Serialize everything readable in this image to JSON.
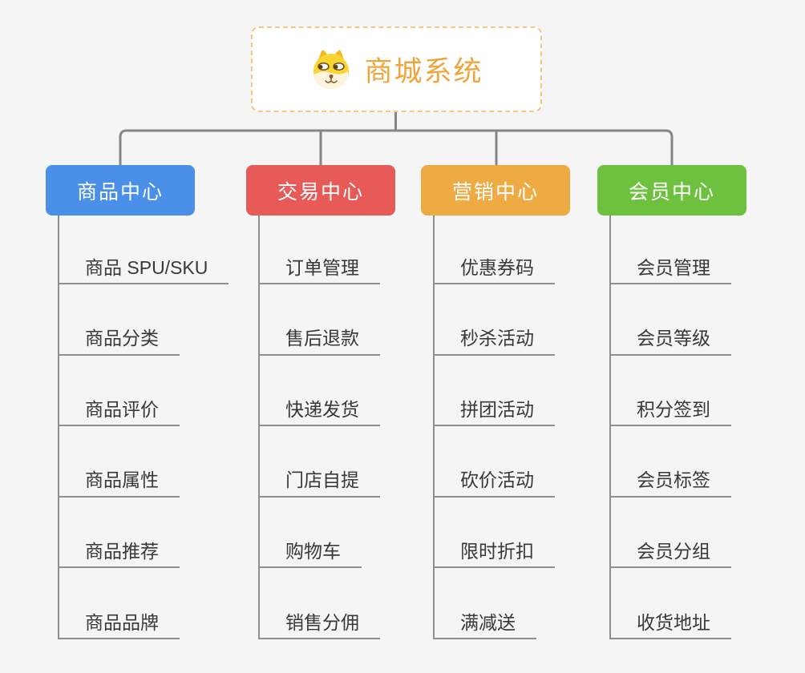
{
  "canvas": {
    "background_color": "#f5f5f6",
    "connector_color": "#868686",
    "leaf_line_color": "#8f8f8f"
  },
  "root": {
    "title": "商城系统",
    "icon": "dog-face-icon",
    "text_color": "#f0a43b",
    "border_color": "#f5c87d"
  },
  "branches": [
    {
      "label": "商品中心",
      "color": "#4a90e8",
      "items": [
        "商品 SPU/SKU",
        "商品分类",
        "商品评价",
        "商品属性",
        "商品推荐",
        "商品品牌"
      ]
    },
    {
      "label": "交易中心",
      "color": "#e65b58",
      "items": [
        "订单管理",
        "售后退款",
        "快递发货",
        "门店自提",
        "购物车",
        "销售分佣"
      ]
    },
    {
      "label": "营销中心",
      "color": "#eeab43",
      "items": [
        "优惠券码",
        "秒杀活动",
        "拼团活动",
        "砍价活动",
        "限时折扣",
        "满减送"
      ]
    },
    {
      "label": "会员中心",
      "color": "#6ec13e",
      "items": [
        "会员管理",
        "会员等级",
        "积分签到",
        "会员标签",
        "会员分组",
        "收货地址"
      ]
    }
  ]
}
